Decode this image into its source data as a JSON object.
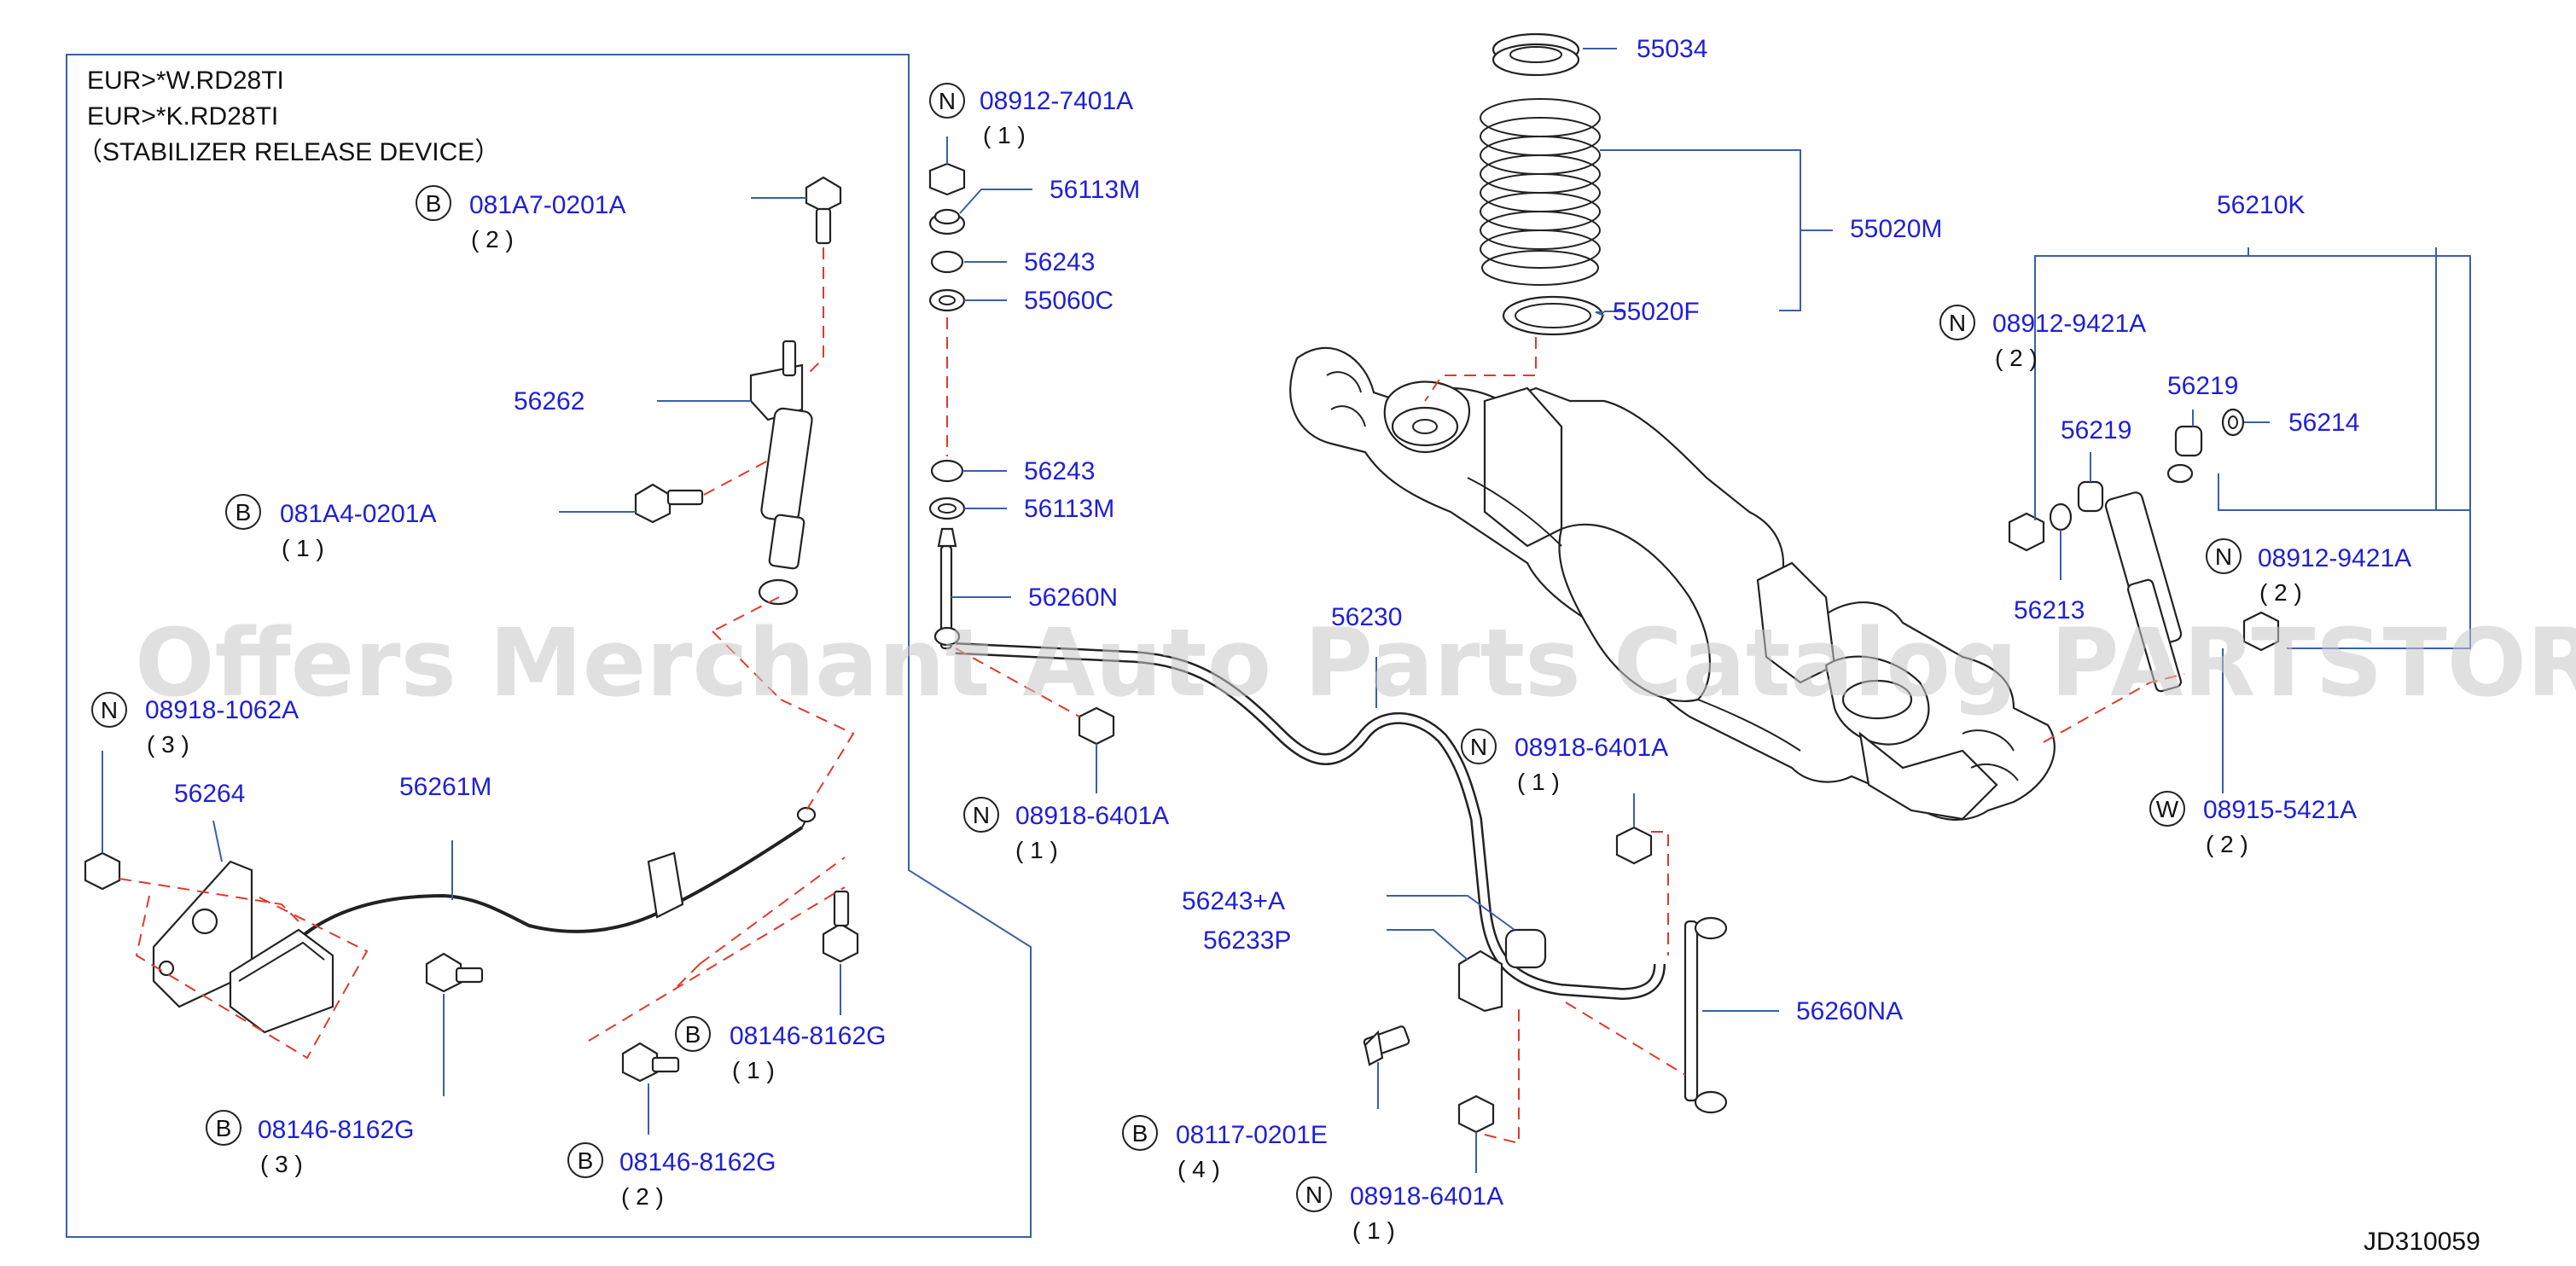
{
  "notes": {
    "line1": "EUR>*W.RD28TI",
    "line2": "EUR>*K.RD28TI",
    "line3": "（STABILIZER  RELEASE  DEVICE）"
  },
  "watermark": "Offers Merchant Auto Parts Catalog PARTSTORE.SA",
  "drawing_code": "JD310059",
  "labels": {
    "p55034": "55034",
    "p55020M": "55020M",
    "p55020F": "55020F",
    "p56210K": "56210K",
    "p56219a": "56219",
    "p56219b": "56219",
    "p56214": "56214",
    "p56213": "56213",
    "p56230": "56230",
    "p56113M_top": "56113M",
    "p56243_top": "56243",
    "p55060C": "55060C",
    "p56243_mid": "56243",
    "p56113M_mid": "56113M",
    "p56260N": "56260N",
    "p56262": "56262",
    "p56264": "56264",
    "p56261M": "56261M",
    "p56243A": "56243+A",
    "p56233P": "56233P",
    "p56260NA": "56260NA"
  },
  "callouts": {
    "c1": {
      "prefix": "N",
      "code": "08912-7401A",
      "qty": "( 1 )"
    },
    "c2": {
      "prefix": "B",
      "code": "081A7-0201A",
      "qty": "( 2 )"
    },
    "c3": {
      "prefix": "B",
      "code": "081A4-0201A",
      "qty": "( 1 )"
    },
    "c4": {
      "prefix": "N",
      "code": "08918-1062A",
      "qty": "( 3 )"
    },
    "c5": {
      "prefix": "N",
      "code": "08918-6401A",
      "qty": "( 1 )"
    },
    "c6": {
      "prefix": "N",
      "code": "08918-6401A",
      "qty": "( 1 )"
    },
    "c7": {
      "prefix": "N",
      "code": "08912-9421A",
      "qty": "( 2 )"
    },
    "c8": {
      "prefix": "N",
      "code": "08912-9421A",
      "qty": "( 2 )"
    },
    "c9": {
      "prefix": "W",
      "code": "08915-5421A",
      "qty": "( 2 )"
    },
    "c10": {
      "prefix": "B",
      "code": "08146-8162G",
      "qty": "( 1 )"
    },
    "c11": {
      "prefix": "B",
      "code": "08146-8162G",
      "qty": "( 3 )"
    },
    "c12": {
      "prefix": "B",
      "code": "08146-8162G",
      "qty": "( 2 )"
    },
    "c13": {
      "prefix": "B",
      "code": "08117-0201E",
      "qty": "( 4 )"
    },
    "c14": {
      "prefix": "N",
      "code": "08918-6401A",
      "qty": "( 1 )"
    }
  },
  "colors": {
    "label_blue": "#1f1fd6",
    "leader_blue": "#3a5fa8",
    "dash_red": "#e0392b",
    "line_dark": "#222222"
  }
}
